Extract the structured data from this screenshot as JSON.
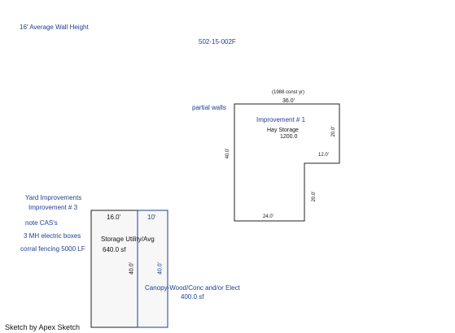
{
  "notes": {
    "wall_height": "16' Average Wall Height",
    "parcel_id": "502-15-002F",
    "partial_walls": "partial walls",
    "yard_improvements": "Yard Improvements",
    "improvement_3": "Improvement # 3",
    "note_cas": "note CAS's",
    "electric_boxes": "3 MH electric boxes",
    "corral_fencing": "corral fencing 5000 LF"
  },
  "improvement_1": {
    "construction": "(1988 const yr)",
    "title": "Improvement # 1",
    "name": "Hay Storage",
    "area": "1200.0",
    "dim_top": "36.0'",
    "dim_left": "40.0'",
    "dim_right_top": "20.0'",
    "dim_notch": "12.0'",
    "dim_right_bottom": "20.0'",
    "dim_bottom": "24.0'"
  },
  "storage": {
    "dim_top": "16.0'",
    "name": "Storage Utility/Avg",
    "area": "640.0 sf",
    "dim_right": "40.0'"
  },
  "canopy": {
    "dim_top": "10'",
    "dim_side": "40.0'",
    "name": "Canopy-Wood/Conc and/or Elect",
    "area": "400.0 sf"
  },
  "footer": "Sketch by Apex Sketch"
}
